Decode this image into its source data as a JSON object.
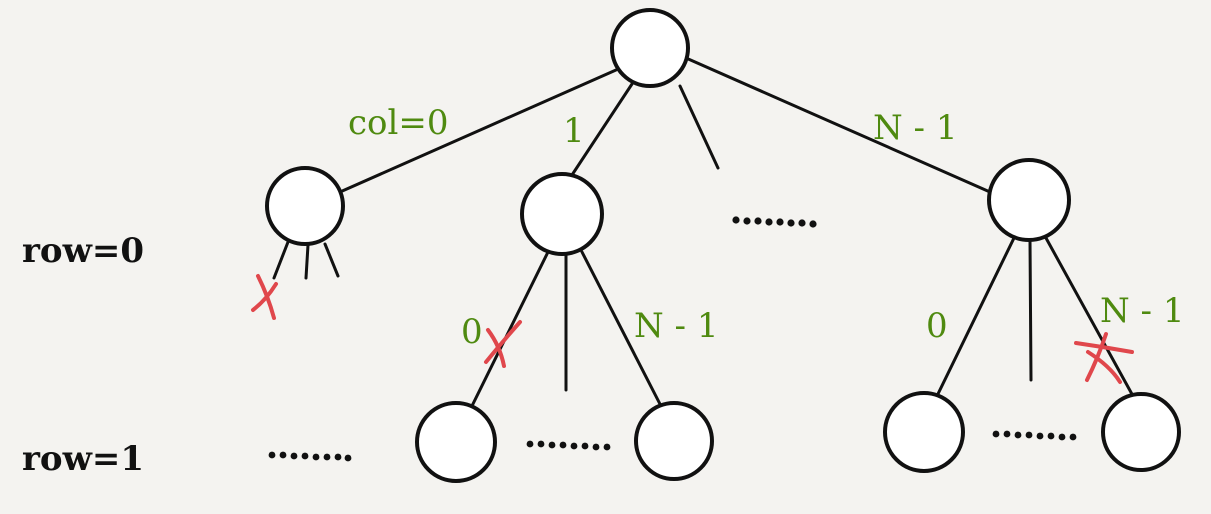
{
  "labels": {
    "row0": "row=0",
    "row1": "row=1",
    "col0": "col=0",
    "col1": "1",
    "colN1": "N - 1",
    "leftBranch0": "0",
    "leftBranchN1": "N - 1",
    "rightBranch0": "0",
    "rightBranchN1": "N - 1"
  },
  "colors": {
    "labelGreen": "#4f8a10",
    "crossRed": "#e0474c",
    "ink": "#111111",
    "background": "#f4f3f0"
  }
}
